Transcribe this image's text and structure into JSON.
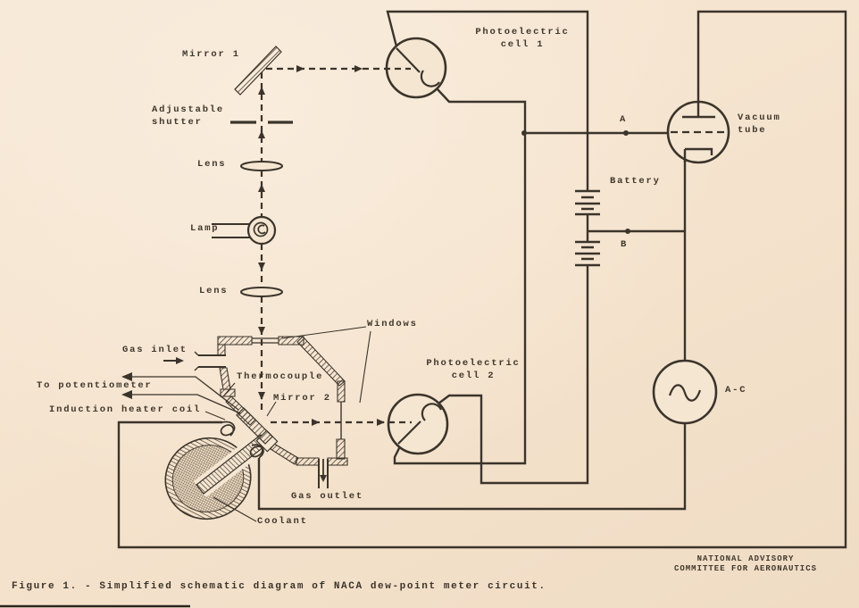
{
  "figure": {
    "caption": "Figure 1. - Simplified schematic diagram of NACA dew-point meter circuit.",
    "credit": "NATIONAL ADVISORY\nCOMMITTEE FOR AERONAUTICS"
  },
  "labels": {
    "mirror1": "Mirror 1",
    "adjustable_shutter": "Adjustable\nshutter",
    "lens_upper": "Lens",
    "lamp": "Lamp",
    "lens_lower": "Lens",
    "windows": "Windows",
    "gas_inlet": "Gas inlet",
    "thermocouple": "Thermocouple",
    "to_potentiometer": "To potentiometer",
    "mirror2": "Mirror 2",
    "induction_heater_coil": "Induction heater coil",
    "gas_outlet": "Gas outlet",
    "coolant": "Coolant",
    "photoelectric_cell_1": "Photoelectric\ncell 1",
    "photoelectric_cell_2": "Photoelectric\ncell 2",
    "vacuum_tube": "Vacuum\ntube",
    "battery": "Battery",
    "terminal_a": "A",
    "terminal_b": "B",
    "ac_source": "A-C"
  },
  "colors": {
    "paper": "#f5e6d2",
    "ink": "#3b342b"
  }
}
